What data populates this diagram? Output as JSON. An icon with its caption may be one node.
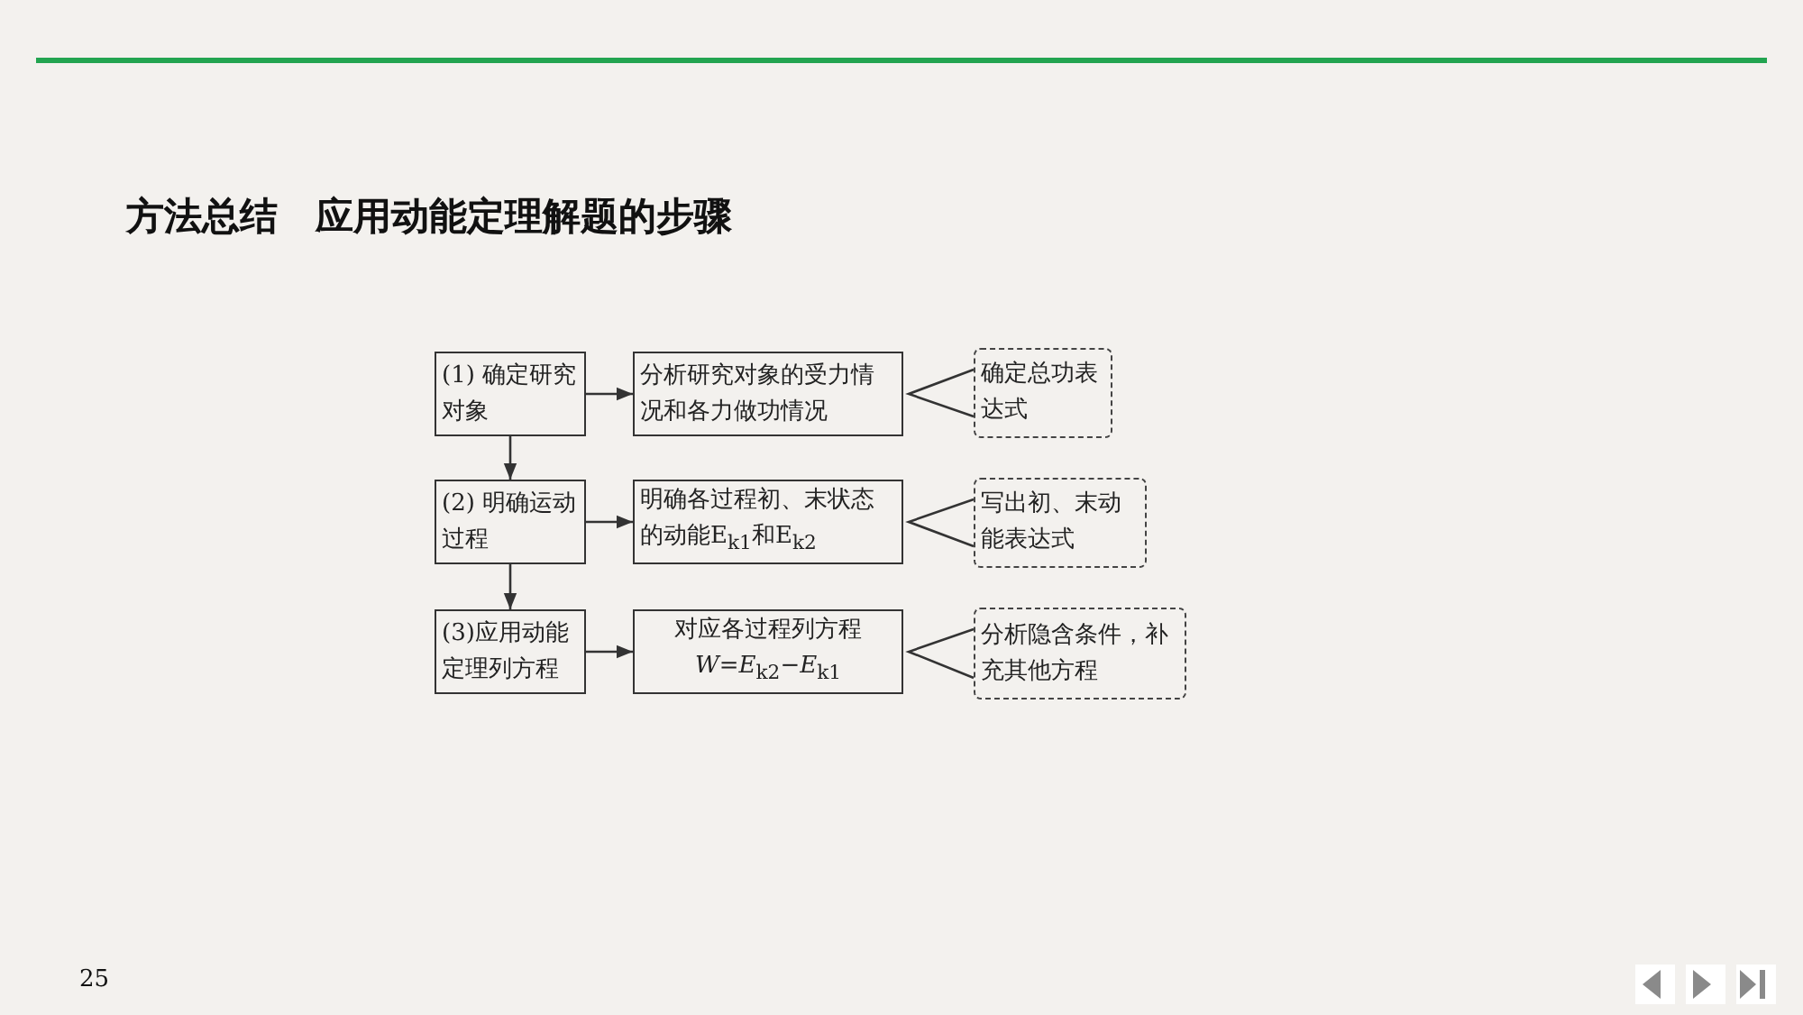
{
  "diagram": {
    "title": "方法总结　应用动能定理解题的步骤",
    "nodes": [
      {
        "text": [
          "(1) 确定研究对象"
        ]
      },
      {
        "text": [
          "分析研究对象的受力情况和各力做功情况"
        ]
      },
      {
        "text": [
          "确定总功表达式"
        ]
      },
      {
        "text": [
          "(2) 明确运动过程"
        ]
      },
      {
        "text": [
          "明确各过程初、末状态的动能E$_{k1}$和E$_{k2}$"
        ]
      },
      {
        "text": [
          "写出初、末动能表达式"
        ]
      },
      {
        "text": [
          "(3)应用动能定理列方程"
        ]
      },
      {
        "text": [
          "对应各过程列方程",
          "*W*=*E*$_{k2}$−*E*$_{k1}$"
        ]
      },
      {
        "text": [
          "分析隐含条件，补充其他方程"
        ]
      }
    ],
    "edges": [
      {
        "from": 0,
        "to": 1,
        "arrow": "to"
      },
      {
        "from": 1,
        "to": 2,
        "arrow": "none"
      },
      {
        "from": 0,
        "to": 3,
        "arrow": "to"
      },
      {
        "from": 3,
        "to": 4,
        "arrow": "to"
      },
      {
        "from": 4,
        "to": 5,
        "arrow": "none"
      },
      {
        "from": 3,
        "to": 6,
        "arrow": "to"
      },
      {
        "from": 6,
        "to": 7,
        "arrow": "to"
      },
      {
        "from": 7,
        "to": 8,
        "arrow": "none"
      }
    ],
    "labels": [
      "25"
    ]
  }
}
